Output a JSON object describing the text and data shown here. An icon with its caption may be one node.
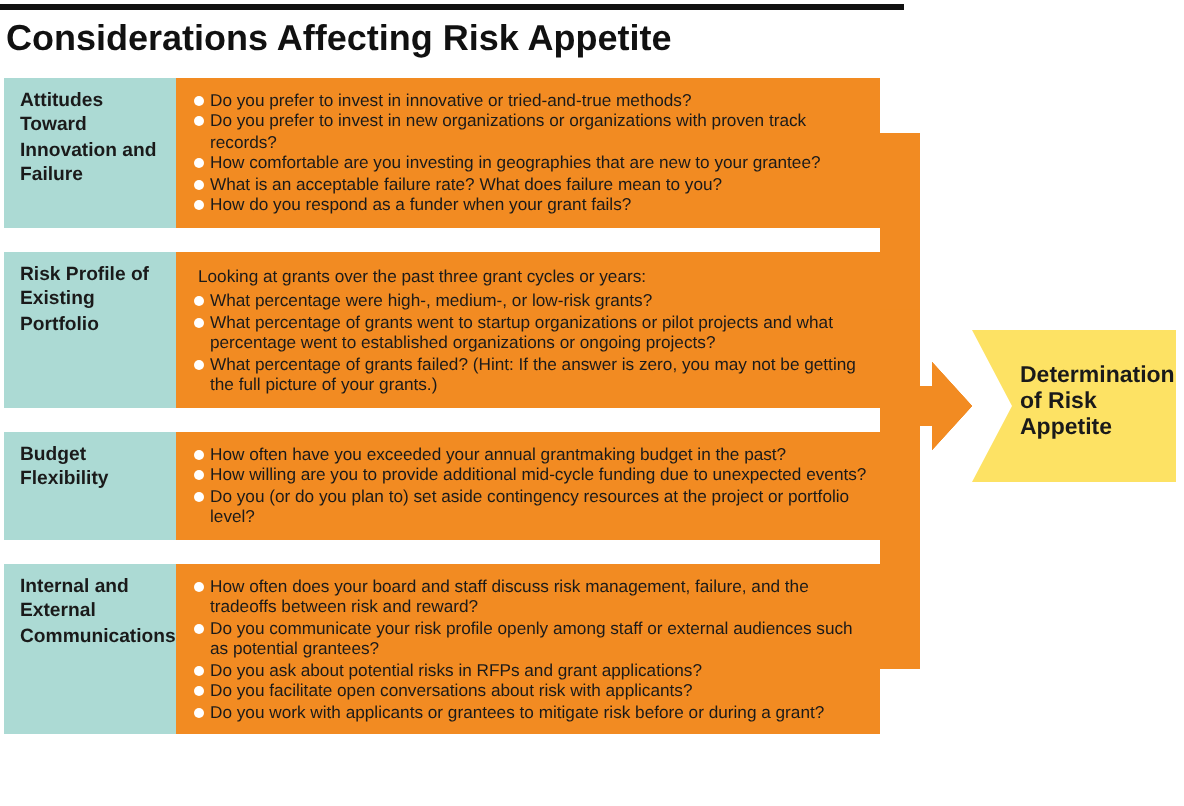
{
  "diagram": {
    "title": "Considerations Affecting Risk Appetite",
    "nodes": [
      {
        "text": [
          "Attitudes Toward Innovation and Failure"
        ]
      },
      {
        "text": [
          "Do you prefer to invest in innovative or tried-and-true methods?",
          "Do you prefer to invest in new organizations or organizations with proven track records?",
          "How comfortable are you investing in geographies that are new to your grantee?",
          "What is an acceptable failure rate? What does failure mean to you?",
          "How do you respond as a funder when your grant fails?"
        ]
      },
      {
        "text": [
          "Risk Profile of Existing Portfolio"
        ]
      },
      {
        "text": [
          "Looking at grants over the past three grant cycles or years:",
          "What percentage were high-, medium-, or low-risk grants?",
          "What percentage of grants went to startup organizations or pilot projects and what percentage went to established organizations or ongoing projects?",
          "What percentage of grants failed? (Hint: If the answer is zero, you may not be getting the full picture of your grants.)"
        ]
      },
      {
        "text": [
          "Budget Flexibility"
        ]
      },
      {
        "text": [
          "How often have you exceeded your annual grantmaking budget in the past?",
          "How willing are you to provide additional mid-cycle funding due to unexpected events?",
          "Do you (or do you plan to) set aside contingency resources at the project or portfolio level?"
        ]
      },
      {
        "text": [
          "Internal and External Communications"
        ]
      },
      {
        "text": [
          "How often does your board and staff discuss risk management, failure, and the tradeoffs between risk and reward?",
          "Do you communicate your risk profile openly among staff or external audiences such as potential grantees?",
          "Do you ask about potential risks in RFPs and grant applications?",
          "Do you facilitate open conversations about risk with applicants?",
          "Do you work with applicants or grantees to mitigate risk before or during a grant?"
        ]
      },
      {
        "text": [
          "Determination of Risk Appetite"
        ]
      }
    ],
    "edges": [
      {
        "from": 1,
        "to": 8,
        "arrow": "to"
      },
      {
        "from": 3,
        "to": 8,
        "arrow": "to"
      },
      {
        "from": 5,
        "to": 8,
        "arrow": "to"
      },
      {
        "from": 7,
        "to": 8,
        "arrow": "to"
      }
    ]
  }
}
